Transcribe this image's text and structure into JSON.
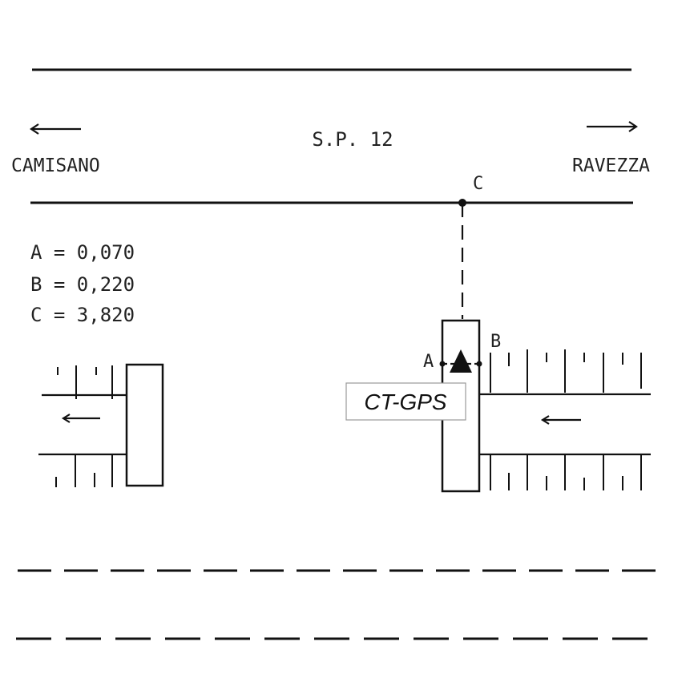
{
  "road": {
    "name": "S.P. 12",
    "left_direction": "CAMISANO",
    "right_direction": "RAVEZZA"
  },
  "point_labels": {
    "a": "A",
    "b": "B",
    "c": "C"
  },
  "measurements": [
    "A = 0,070",
    "B = 0,220",
    "C = 3,820"
  ],
  "benchmark": {
    "label": "CT-GPS",
    "icon": "triangle-marker-icon"
  },
  "colors": {
    "ink": "#111111",
    "background": "#ffffff"
  }
}
